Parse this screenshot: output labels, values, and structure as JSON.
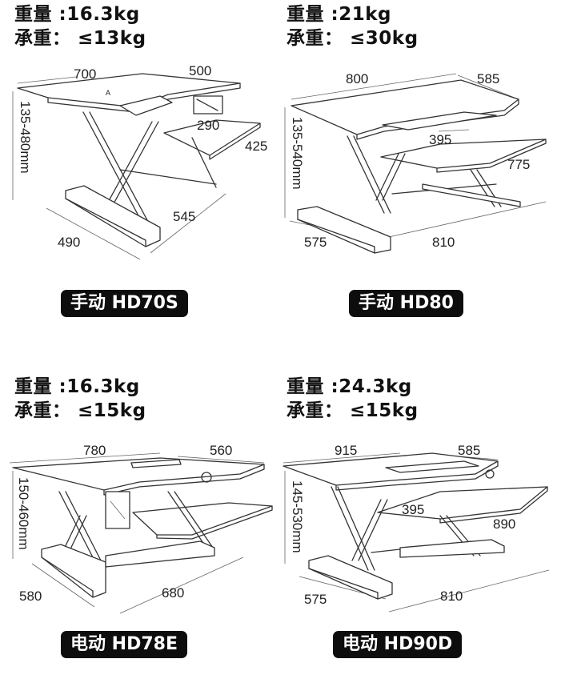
{
  "products": [
    {
      "weight_label": "重量 :",
      "weight": "16.3kg",
      "load_label": "承重：",
      "load": "≤13kg",
      "model": "手动 HD70S",
      "dims": {
        "width": "700",
        "depth": "500",
        "keyboard_width": "290",
        "keyboard_depth": "425",
        "height": "135-480mm",
        "base_width": "490",
        "base_depth": "545"
      },
      "small_mark": "A"
    },
    {
      "weight_label": "重量 :",
      "weight": "21kg",
      "load_label": "承重：",
      "load": "≤30kg",
      "model": "手动 HD80",
      "dims": {
        "width": "800",
        "depth": "585",
        "keyboard_width": "395",
        "keyboard_depth": "775",
        "height": "135-540mm",
        "base_width": "575",
        "base_depth": "810"
      }
    },
    {
      "weight_label": "重量 :",
      "weight": "16.3kg",
      "load_label": "承重：",
      "load": "≤15kg",
      "model": "电动 HD78E",
      "dims": {
        "width": "780",
        "depth": "560",
        "height": "150-460mm",
        "base_width": "580",
        "base_depth": "680"
      }
    },
    {
      "weight_label": "重量 :",
      "weight": "24.3kg",
      "load_label": "承重：",
      "load": "≤15kg",
      "model": "电动 HD90D",
      "dims": {
        "width": "915",
        "depth": "585",
        "keyboard_width": "395",
        "keyboard_depth": "890",
        "height": "145-530mm",
        "base_width": "575",
        "base_depth": "810"
      }
    }
  ]
}
